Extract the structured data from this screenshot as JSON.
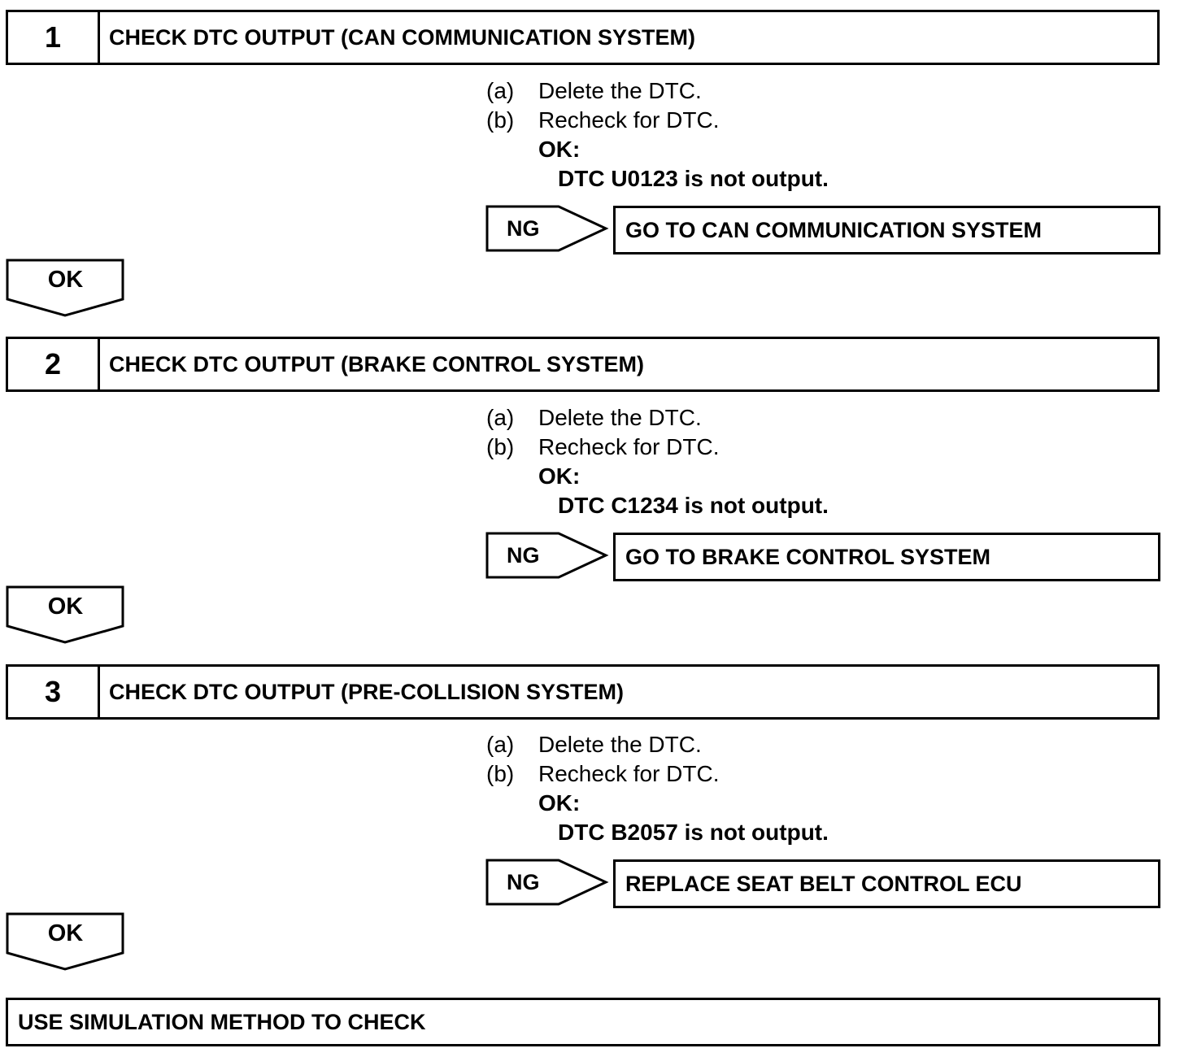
{
  "steps": [
    {
      "number": "1",
      "title": "CHECK DTC OUTPUT (CAN COMMUNICATION SYSTEM)",
      "instructions": [
        {
          "label": "(a)",
          "text": "Delete the DTC."
        },
        {
          "label": "(b)",
          "text": "Recheck for DTC."
        }
      ],
      "ok_heading": "OK:",
      "ok_condition": "DTC U0123 is not output.",
      "ng_label": "NG",
      "ng_action": "GO TO CAN COMMUNICATION SYSTEM",
      "ok_label": "OK"
    },
    {
      "number": "2",
      "title": "CHECK DTC OUTPUT (BRAKE CONTROL SYSTEM)",
      "instructions": [
        {
          "label": "(a)",
          "text": "Delete the DTC."
        },
        {
          "label": "(b)",
          "text": "Recheck for DTC."
        }
      ],
      "ok_heading": "OK:",
      "ok_condition": "DTC C1234 is not output.",
      "ng_label": "NG",
      "ng_action": "GO TO BRAKE CONTROL SYSTEM",
      "ok_label": "OK"
    },
    {
      "number": "3",
      "title": "CHECK DTC OUTPUT (PRE-COLLISION SYSTEM)",
      "instructions": [
        {
          "label": "(a)",
          "text": "Delete the DTC."
        },
        {
          "label": "(b)",
          "text": "Recheck for DTC."
        }
      ],
      "ok_heading": "OK:",
      "ok_condition": "DTC B2057 is not output.",
      "ng_label": "NG",
      "ng_action": "REPLACE SEAT BELT CONTROL ECU",
      "ok_label": "OK"
    }
  ],
  "final_action": "USE SIMULATION METHOD TO CHECK"
}
